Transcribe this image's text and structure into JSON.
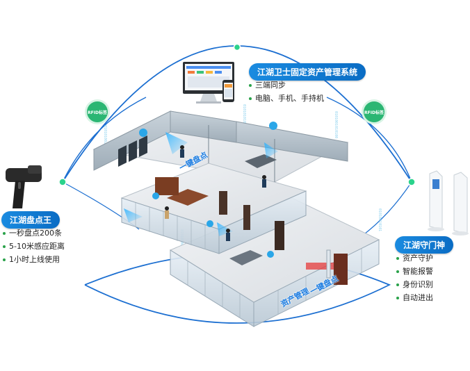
{
  "system": {
    "title": "江湖卫士固定资产管理系统",
    "features": [
      "三端同步",
      "电脑、手机、手持机"
    ]
  },
  "handheld": {
    "title": "江湖盘点王",
    "features": [
      "一秒盘点200条",
      "5-10米感应距离",
      "1小时上线使用"
    ]
  },
  "gate": {
    "title": "江湖守门神",
    "features": [
      "资产守护",
      "智能报警",
      "身份识别",
      "自动进出"
    ]
  },
  "rfid_tags": [
    "RFID标签",
    "RFID标签"
  ],
  "zone_labels": [
    "一键盘点",
    "资产管理",
    "一键盘点"
  ],
  "accent_color": "#1a8be0",
  "node_color": "#2bd38c"
}
